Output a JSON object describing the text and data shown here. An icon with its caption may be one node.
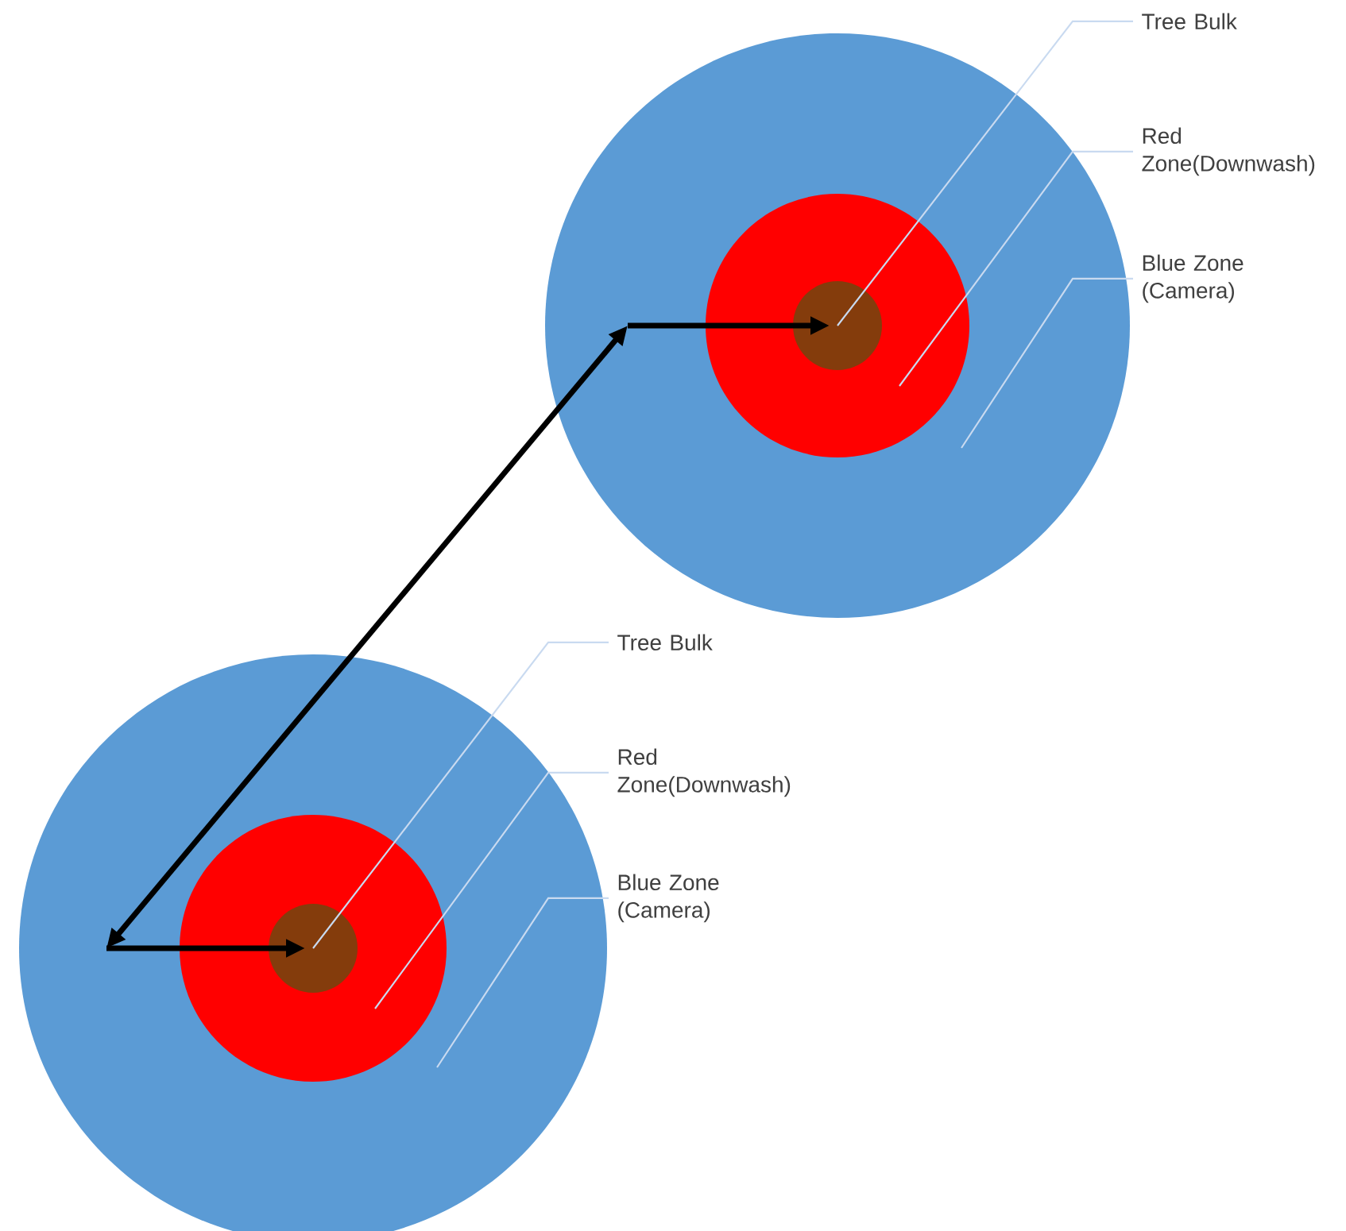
{
  "diagram": {
    "nodes": [
      {
        "text": [],
        "shape": "circle"
      },
      {
        "text": [],
        "shape": "circle",
        "in": 0
      },
      {
        "text": [],
        "shape": "circle",
        "in": 1
      },
      {
        "text": [
          "Tree Bulk"
        ]
      },
      {
        "text": [
          "Red Zone(Downwash)"
        ]
      },
      {
        "text": [
          "Blue Zone (Camera)"
        ]
      },
      {
        "text": [],
        "shape": "circle"
      },
      {
        "text": [],
        "shape": "circle",
        "in": 6
      },
      {
        "text": [],
        "shape": "circle",
        "in": 7
      },
      {
        "text": [
          "Tree Bulk"
        ]
      },
      {
        "text": [
          "Red Zone(Downwash)"
        ]
      },
      {
        "text": [
          "Blue Zone (Camera)"
        ]
      }
    ],
    "edges": [
      {
        "from": 0,
        "to": 2,
        "arrow": "to",
        "style": "thick",
        "color": "#000000"
      },
      {
        "from": 6,
        "to": 8,
        "arrow": "to",
        "style": "thick",
        "color": "#000000"
      },
      {
        "from": 6,
        "to": 0,
        "arrow": "both",
        "style": "thick",
        "color": "#000000"
      },
      {
        "from": 3,
        "to": 2,
        "arrow": "none"
      },
      {
        "from": 4,
        "to": 1,
        "arrow": "none"
      },
      {
        "from": 5,
        "to": 0,
        "arrow": "none"
      },
      {
        "from": 9,
        "to": 8,
        "arrow": "none"
      },
      {
        "from": 10,
        "to": 7,
        "arrow": "none"
      },
      {
        "from": 11,
        "to": 6,
        "arrow": "none"
      }
    ]
  }
}
